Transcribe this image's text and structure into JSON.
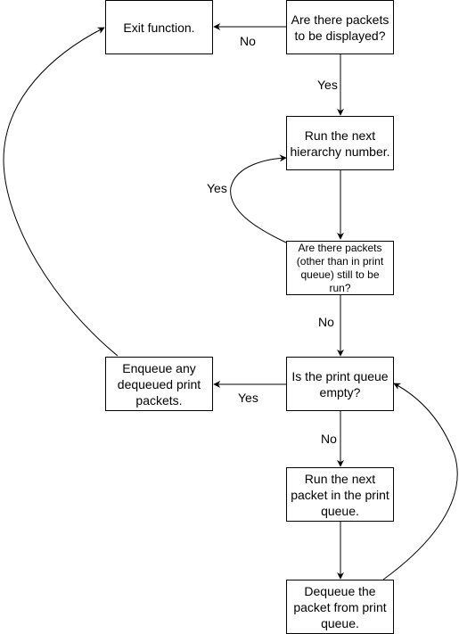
{
  "nodes": {
    "exit": "Exit function.",
    "packets_to_display": "Are there packets to be displayed?",
    "run_hierarchy": "Run the next hierarchy number.",
    "packets_remaining": "Are there packets (other than in print queue) still to be run?",
    "print_queue_empty": "Is the print queue empty?",
    "enqueue_print": "Enqueue any dequeued print packets.",
    "run_print_packet": "Run the next packet in the print queue.",
    "dequeue_packet": "Dequeue the packet from print queue."
  },
  "edges": {
    "no_to_exit": "No",
    "yes_to_run": "Yes",
    "yes_loop_back": "Yes",
    "no_to_print_check": "No",
    "yes_to_enqueue": "Yes",
    "no_to_run_print": "No"
  },
  "colors": {
    "stroke": "#000000",
    "background": "#ffffff"
  }
}
